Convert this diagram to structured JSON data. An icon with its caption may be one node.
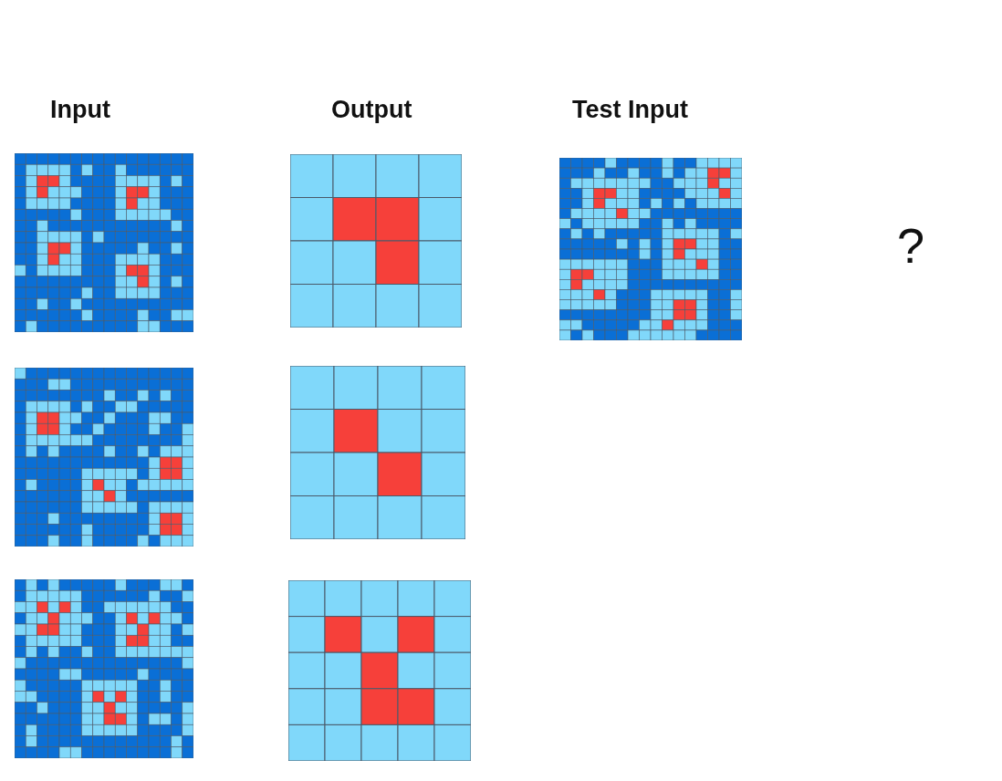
{
  "diagram": {
    "labels": [
      "Input",
      "Output",
      "Test Input",
      "?"
    ]
  }
}
